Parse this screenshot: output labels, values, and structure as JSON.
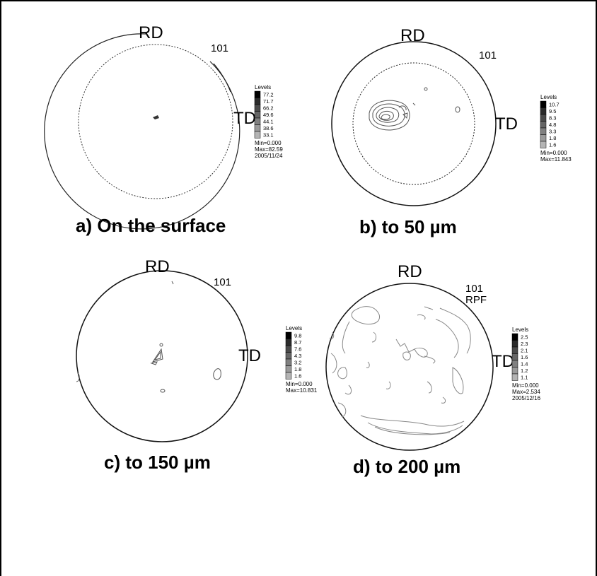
{
  "panels": [
    {
      "caption": "a) On the surface",
      "rd_label": "RD",
      "td_label": "TD",
      "pole_label": "101",
      "legend": {
        "title": "Levels",
        "levels": [
          "77.2",
          "71.7",
          "66.2",
          "49.6",
          "44.1",
          "38.6",
          "33.1"
        ],
        "min": "Min=0.000",
        "max": "Max=82.59",
        "date": "2005/11/24"
      }
    },
    {
      "caption": "b) to 50 µm",
      "rd_label": "RD",
      "td_label": "TD",
      "pole_label": "101",
      "legend": {
        "title": "Levels",
        "levels": [
          "10.7",
          "9.5",
          "8.3",
          "4.8",
          "3.3",
          "1.8",
          "1.6"
        ],
        "min": "Min=0.000",
        "max": "Max=11.843"
      }
    },
    {
      "caption": "c) to 150 µm",
      "rd_label": "RD",
      "td_label": "TD",
      "pole_label": "101",
      "legend": {
        "title": "Levels",
        "levels": [
          "9.8",
          "8.7",
          "7.6",
          "4.3",
          "3.2",
          "1.8",
          "1.6"
        ],
        "min": "Min=0.000",
        "max": "Max=10.831"
      }
    },
    {
      "caption": "d) to 200 µm",
      "rd_label": "RD",
      "td_label": "TD",
      "pole_label": "101",
      "pole_sub": "RPF",
      "legend": {
        "title": "Levels",
        "levels": [
          "2.5",
          "2.3",
          "2.1",
          "1.6",
          "1.4",
          "1.2",
          "1.1"
        ],
        "min": "Min=0.000",
        "max": "Max=2.534",
        "date": "2005/12/16"
      }
    }
  ]
}
